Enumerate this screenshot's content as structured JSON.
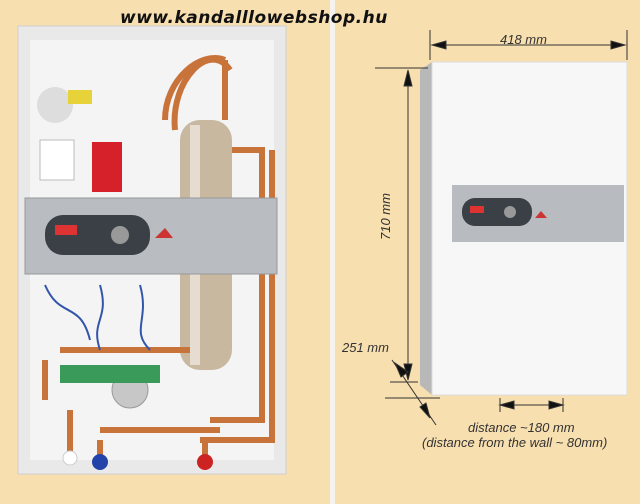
{
  "watermark": "www.kandalllowebshop.hu",
  "dimensions": {
    "width": "418 mm",
    "height": "710 mm",
    "depth": "251 mm",
    "spacing": "distance ~180 mm",
    "wall_note": "(distance from the wall  ~ 80mm)"
  },
  "colors": {
    "background": "#f8dfb0",
    "copper": "#c8733a",
    "panel": "#b9bcc0"
  }
}
